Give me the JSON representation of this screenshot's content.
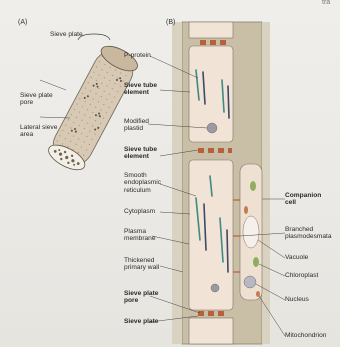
{
  "corner_text": "tra",
  "panel_a": {
    "tag": "(A)",
    "labels": {
      "sieve_plate": "Sieve plate",
      "sieve_plate_pore": "Sieve plate\npore",
      "lateral_sieve_area": "Lateral sieve\narea"
    }
  },
  "panel_b": {
    "tag": "(B)",
    "labels": {
      "p_protein": "P-protein",
      "sieve_tube_element_1": "Sieve tube\nelement",
      "modified_plastid": "Modified\nplastid",
      "sieve_tube_element_2": "Sieve tube\nelement",
      "smooth_er": "Smooth\nendoplasmic\nreticulum",
      "cytoplasm": "Cytoplasm",
      "plasma_membrane": "Plasma\nmembrane",
      "thickened_wall": "Thickened\nprimary wall",
      "sieve_plate_pore": "Sieve plate\npore",
      "sieve_plate": "Sieve plate",
      "companion_cell": "Companion\ncell",
      "branched_plasmodesmata": "Branched\nplasmodesmata",
      "vacuole": "Vacuole",
      "chloroplast": "Chloroplast",
      "nucleus": "Nucleus",
      "mitochondrion": "Mitochondrion"
    }
  },
  "colors": {
    "wall": "#c8bfa6",
    "wall_edge": "#8a8270",
    "cell_fill": "#f1e3d6",
    "plate": "#b8603c",
    "p_protein": "#3f8a7e",
    "p_protein_dark": "#3b4a68",
    "plastid": "#9a9aa0",
    "chloroplast": "#8fae62",
    "vacuole": "#f6f0ea"
  }
}
